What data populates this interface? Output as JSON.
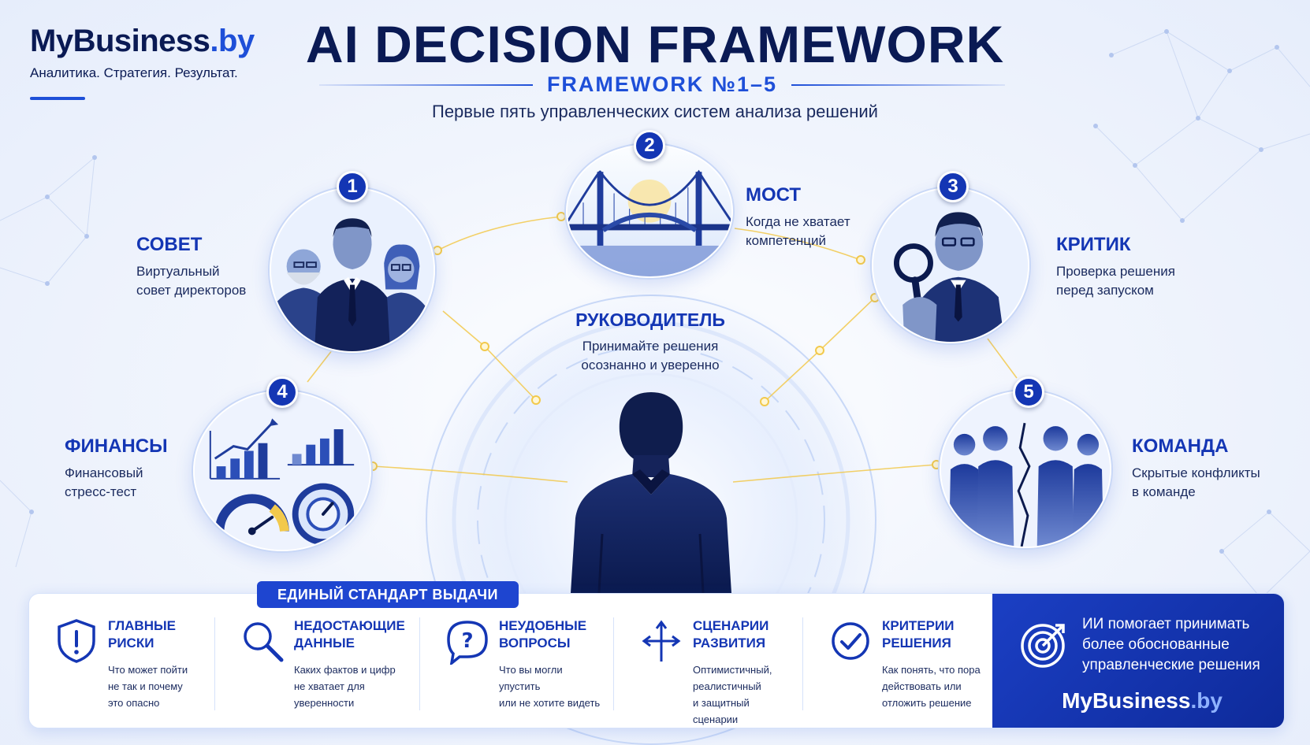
{
  "brand": {
    "logo_main": "MyBusiness",
    "logo_dot": ".by",
    "tagline": "Аналитика. Стратегия. Результат."
  },
  "header": {
    "title": "AI DECISION FRAMEWORK",
    "framework": "FRAMEWORK №1–5",
    "subtitle": "Первые пять управленческих систем анализа решений"
  },
  "center": {
    "title": "РУКОВОДИТЕЛЬ",
    "line1": "Принимайте решения",
    "line2": "осознанно и уверенно"
  },
  "frameworks": [
    {
      "number": "1",
      "title": "СОВЕТ",
      "line1": "Виртуальный",
      "line2": "совет директоров",
      "icon": "board-of-directors-icon"
    },
    {
      "number": "2",
      "title": "МОСТ",
      "line1": "Когда не хватает",
      "line2": "компетенций",
      "icon": "bridge-icon"
    },
    {
      "number": "3",
      "title": "КРИТИК",
      "line1": "Проверка решения",
      "line2": "перед запуском",
      "icon": "critic-magnifier-icon"
    },
    {
      "number": "4",
      "title": "ФИНАНСЫ",
      "line1": "Финансовый",
      "line2": "стресс-тест",
      "icon": "finance-charts-icon"
    },
    {
      "number": "5",
      "title": "КОМАНДА",
      "line1": "Скрытые конфликты",
      "line2": "в команде",
      "icon": "team-crack-icon"
    }
  ],
  "standard": {
    "badge": "ЕДИНЫЙ СТАНДАРТ ВЫДАЧИ",
    "items": [
      {
        "t1": "ГЛАВНЫЕ",
        "t2": "РИСКИ",
        "d1": "Что может пойти",
        "d2": "не так и почему",
        "d3": "это опасно",
        "icon": "shield-warning-icon"
      },
      {
        "t1": "НЕДОСТАЮЩИЕ",
        "t2": "ДАННЫЕ",
        "d1": "Каких фактов и цифр",
        "d2": "не хватает для",
        "d3": "уверенности",
        "icon": "search-icon"
      },
      {
        "t1": "НЕУДОБНЫЕ",
        "t2": "ВОПРОСЫ",
        "d1": "Что вы могли упустить",
        "d2": "или не хотите видеть",
        "d3": "",
        "icon": "question-bubble-icon"
      },
      {
        "t1": "СЦЕНАРИИ",
        "t2": "РАЗВИТИЯ",
        "d1": "Оптимистичный,",
        "d2": "реалистичный",
        "d3": "и защитный сценарии",
        "icon": "split-arrows-icon"
      },
      {
        "t1": "КРИТЕРИИ",
        "t2": "РЕШЕНИЯ",
        "d1": "Как понять, что пора",
        "d2": "действовать или",
        "d3": "отложить решение",
        "icon": "check-circle-icon"
      }
    ]
  },
  "promo": {
    "line1": "ИИ помогает принимать",
    "line2": "более обоснованные",
    "line3": "управленческие решения",
    "brand_main": "MyBusiness",
    "brand_dot": ".by",
    "icon": "target-icon"
  },
  "colors": {
    "accent": "#1e4fd8",
    "dark": "#0a1a54",
    "navy": "#1436b4",
    "gold": "#f5c542"
  }
}
